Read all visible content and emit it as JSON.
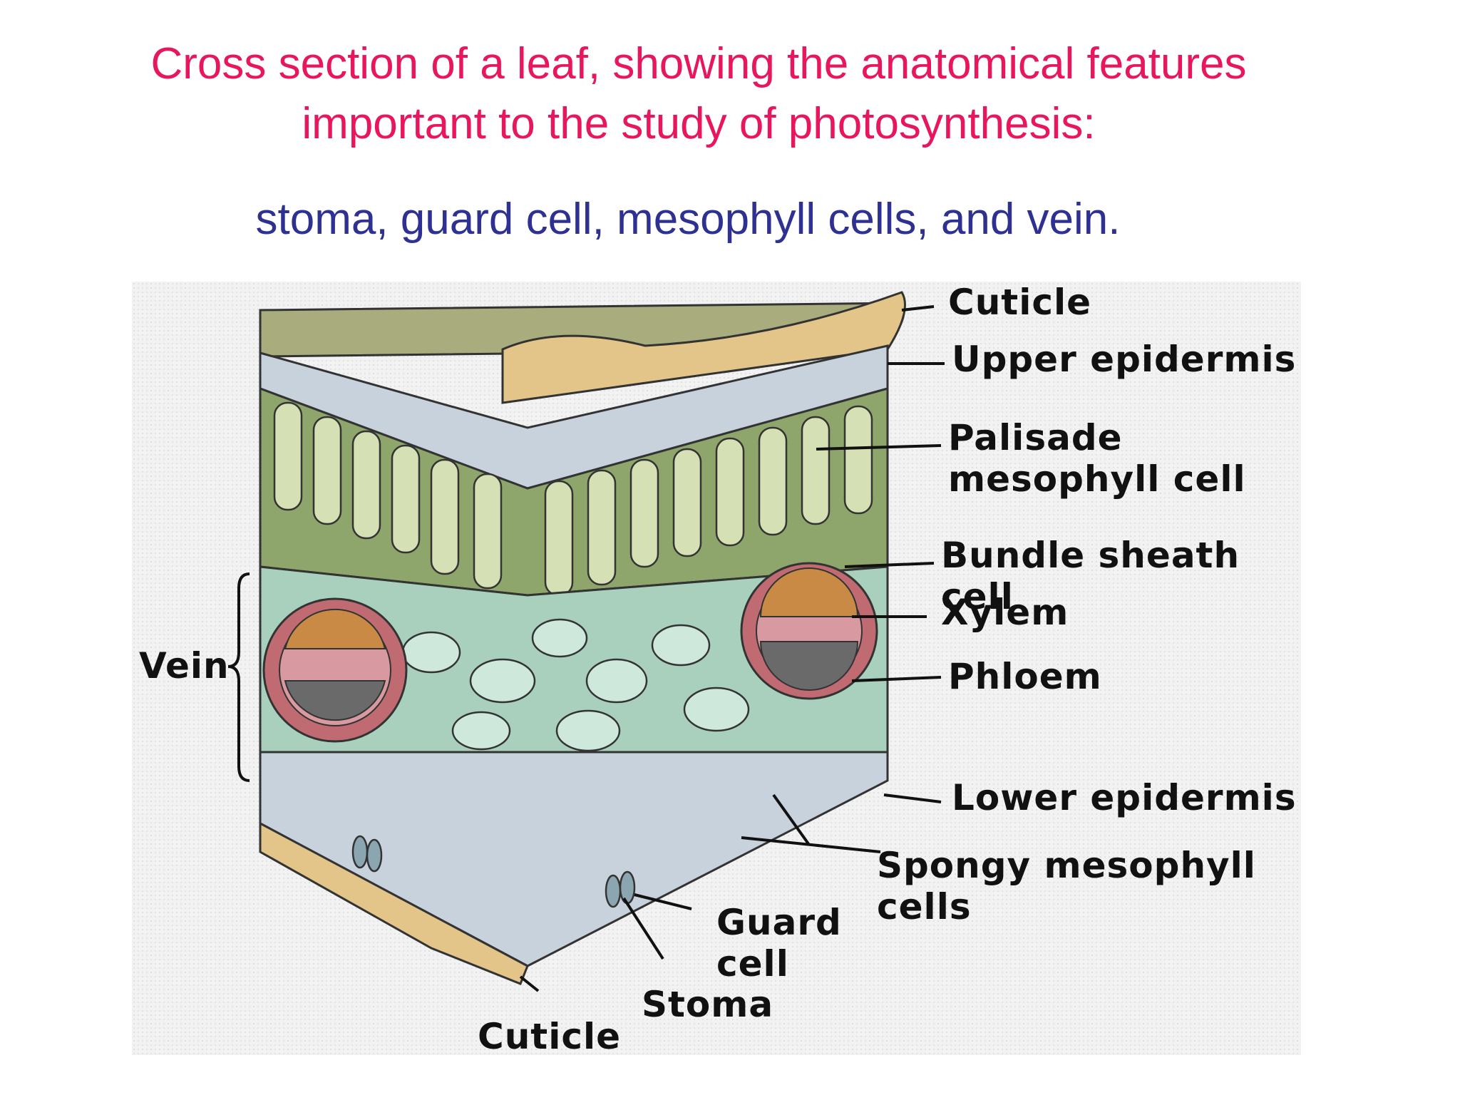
{
  "title_line1": "Cross section of a leaf, showing the anatomical features",
  "title_line2": "important to the study of photosynthesis:",
  "subtitle": "stoma, guard cell, mesophyll cells, and vein.",
  "colors": {
    "title": "#e8175d",
    "subtitle": "#2e3192",
    "cuticle": "#e3c589",
    "epidermis": "#c8d2dc",
    "palisade": "#8ea66b",
    "spongy": "#a8d0bd",
    "bundle_sheath": "#c06a72",
    "xylem": "#c88a45",
    "phloem": "#6a6a6a"
  },
  "labels": {
    "cuticle_top": "Cuticle",
    "upper_epidermis": "Upper epidermis",
    "palisade": "Palisade\nmesophyll cell",
    "bundle_sheath": "Bundle sheath cell",
    "xylem": "Xylem",
    "phloem": "Phloem",
    "lower_epidermis": "Lower epidermis",
    "spongy": "Spongy mesophyll\ncells",
    "guard_cell": "Guard\ncell",
    "stoma": "Stoma",
    "cuticle_bottom": "Cuticle",
    "vein": "Vein"
  }
}
